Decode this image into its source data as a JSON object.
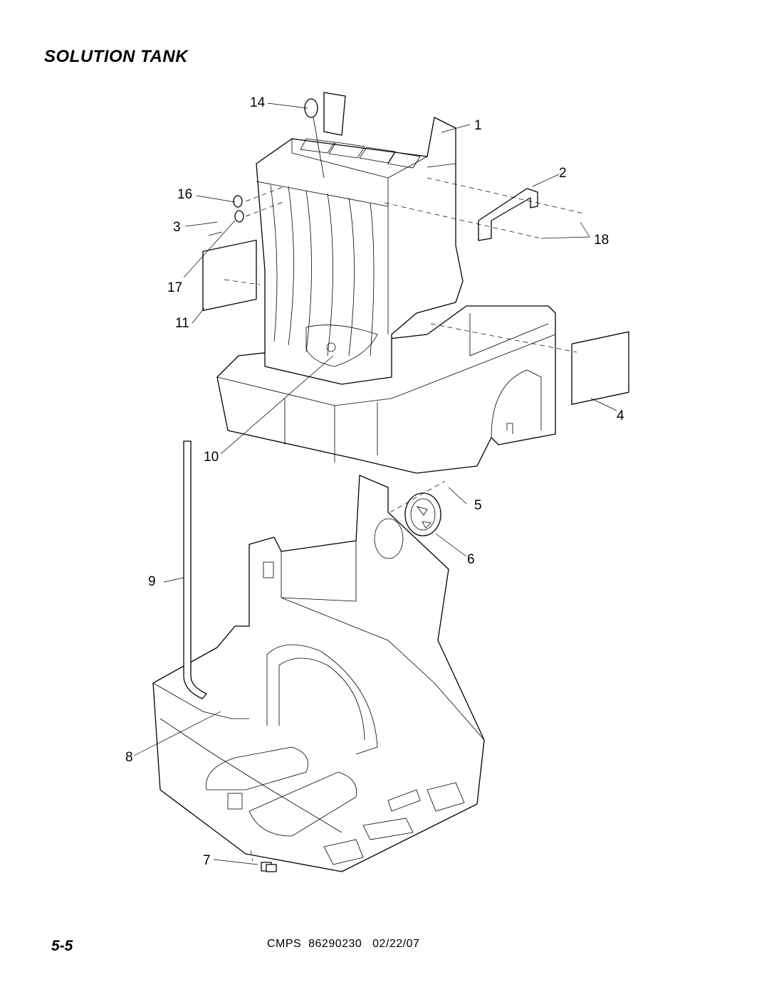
{
  "page": {
    "title": "SOLUTION TANK",
    "page_number": "5-5",
    "doc_ref": "CMPS  86290230   02/22/07"
  },
  "callouts": [
    "14",
    "1",
    "2",
    "16",
    "3",
    "18",
    "17",
    "11",
    "4",
    "10",
    "5",
    "6",
    "9",
    "8",
    "7"
  ]
}
